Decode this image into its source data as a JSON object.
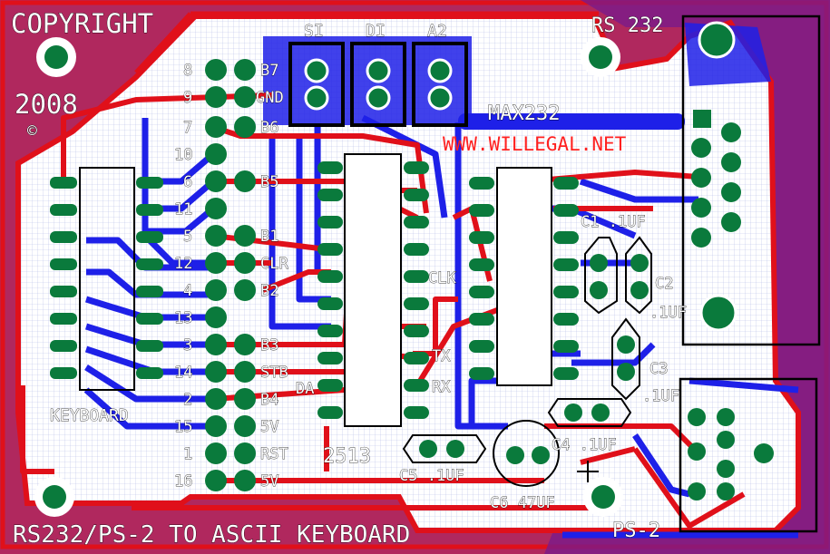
{
  "copyright": "COPYRIGHT",
  "year": "2008",
  "rs232_label": "RS 232",
  "ps2_label": "PS-2",
  "max232_label": "MAX232",
  "url": "WWW.WILLEGAL.NET",
  "footer": "RS232/PS-2 TO ASCII KEYBOARD",
  "keyboard_label": "KEYBOARD",
  "chip_label": "2513",
  "jumpers": [
    "SI",
    "DI",
    "A2"
  ],
  "pin_numbers": [
    "8",
    "9",
    "7",
    "10",
    "6",
    "11",
    "5",
    "12",
    "4",
    "13",
    "3",
    "14",
    "2",
    "15",
    "1",
    "16"
  ],
  "pin_names": [
    "B7",
    "GND",
    "B6",
    "B5",
    "B1",
    "CLR",
    "B2",
    "B3",
    "STB",
    "B4",
    "5V",
    "RST",
    "5V"
  ],
  "chip_pins": [
    "CLK",
    "TX",
    "RX",
    "DA"
  ],
  "caps": {
    "c1": "C1 .1UF",
    "c2a": "C2",
    "c2b": ".1UF",
    "c3a": "C3",
    "c3b": ".1UF",
    "c4": "C4 .1UF",
    "c5": "C5 .1UF",
    "c6": "C6 47UF"
  },
  "colors": {
    "board": "#b0285e",
    "copper_red": "#e0101a",
    "copper_blue": "#1e20e8",
    "pad": "#0a7a3c",
    "grid": "#ffffff"
  }
}
